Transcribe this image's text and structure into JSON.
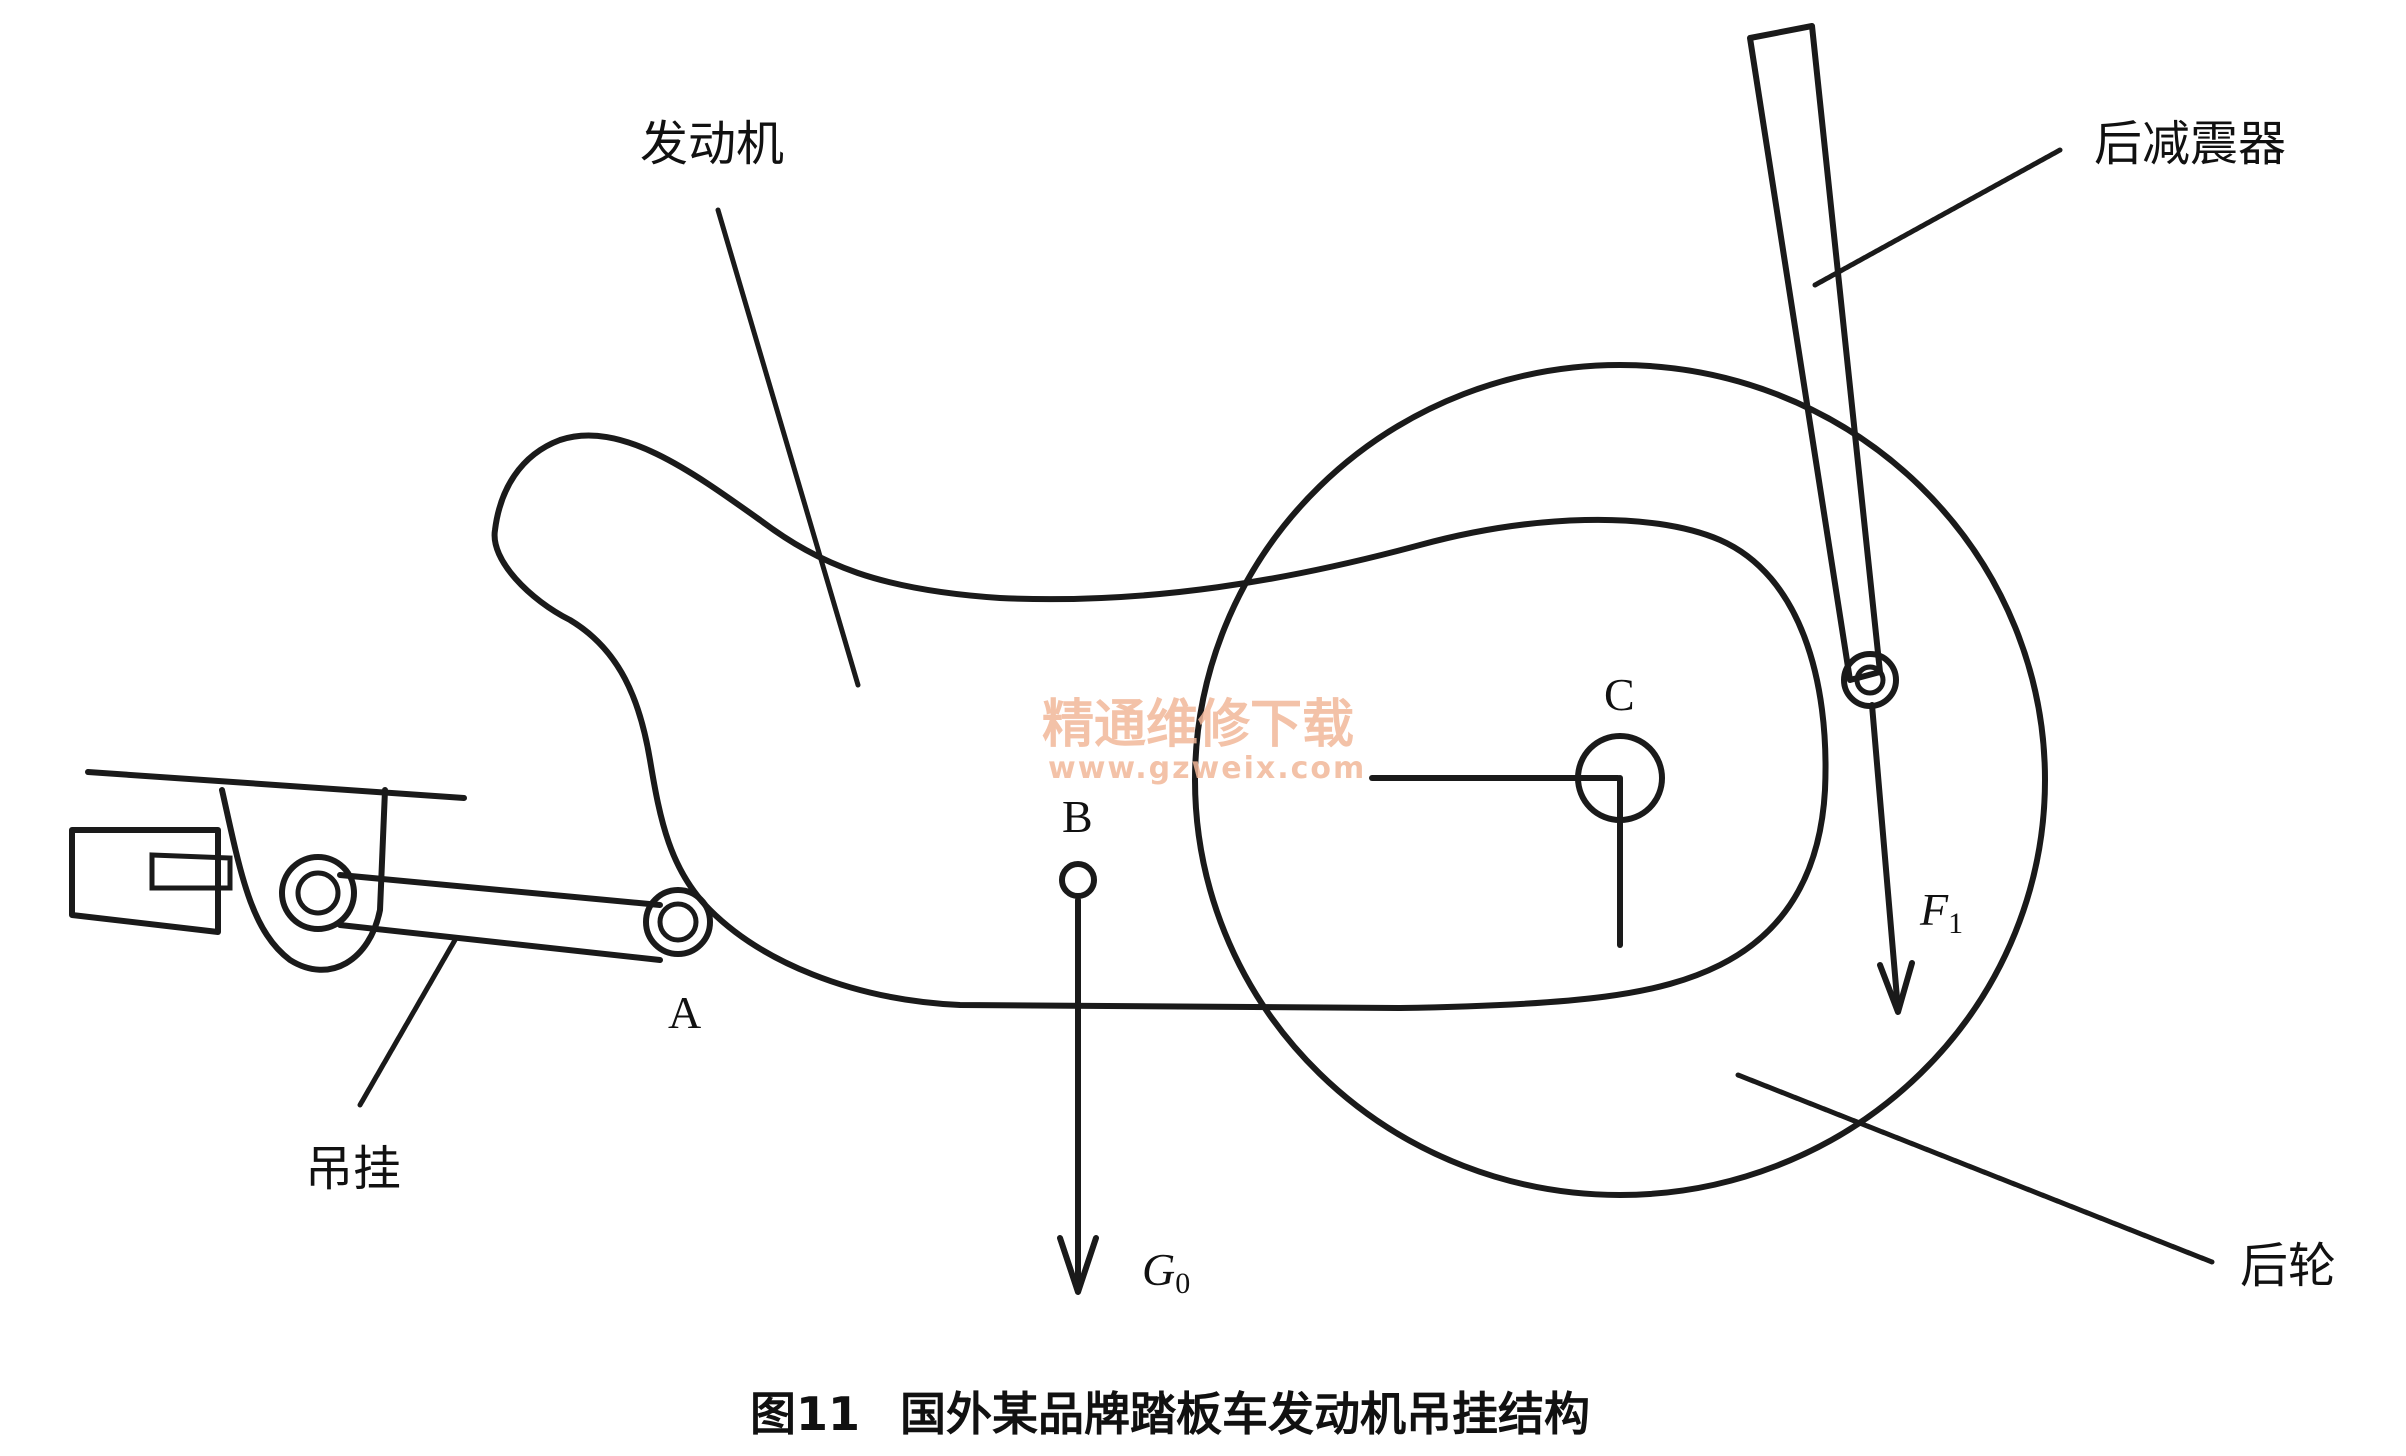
{
  "labels": {
    "engine": "发动机",
    "rear_shock": "后减震器",
    "hanger": "吊挂",
    "rear_wheel": "后轮",
    "point_a": "A",
    "point_b": "B",
    "point_c": "C",
    "force_g": "G",
    "force_g_sub": "0",
    "force_f": "F",
    "force_f_sub": "1"
  },
  "caption": {
    "figure_no": "图11",
    "title": "国外某品牌踏板车发动机吊挂结构"
  },
  "watermark": {
    "line1": "精通维修下载",
    "line2": "www.gzweix.com"
  },
  "colors": {
    "ink": "#1a1a1a",
    "watermark": "#f2b89a"
  }
}
